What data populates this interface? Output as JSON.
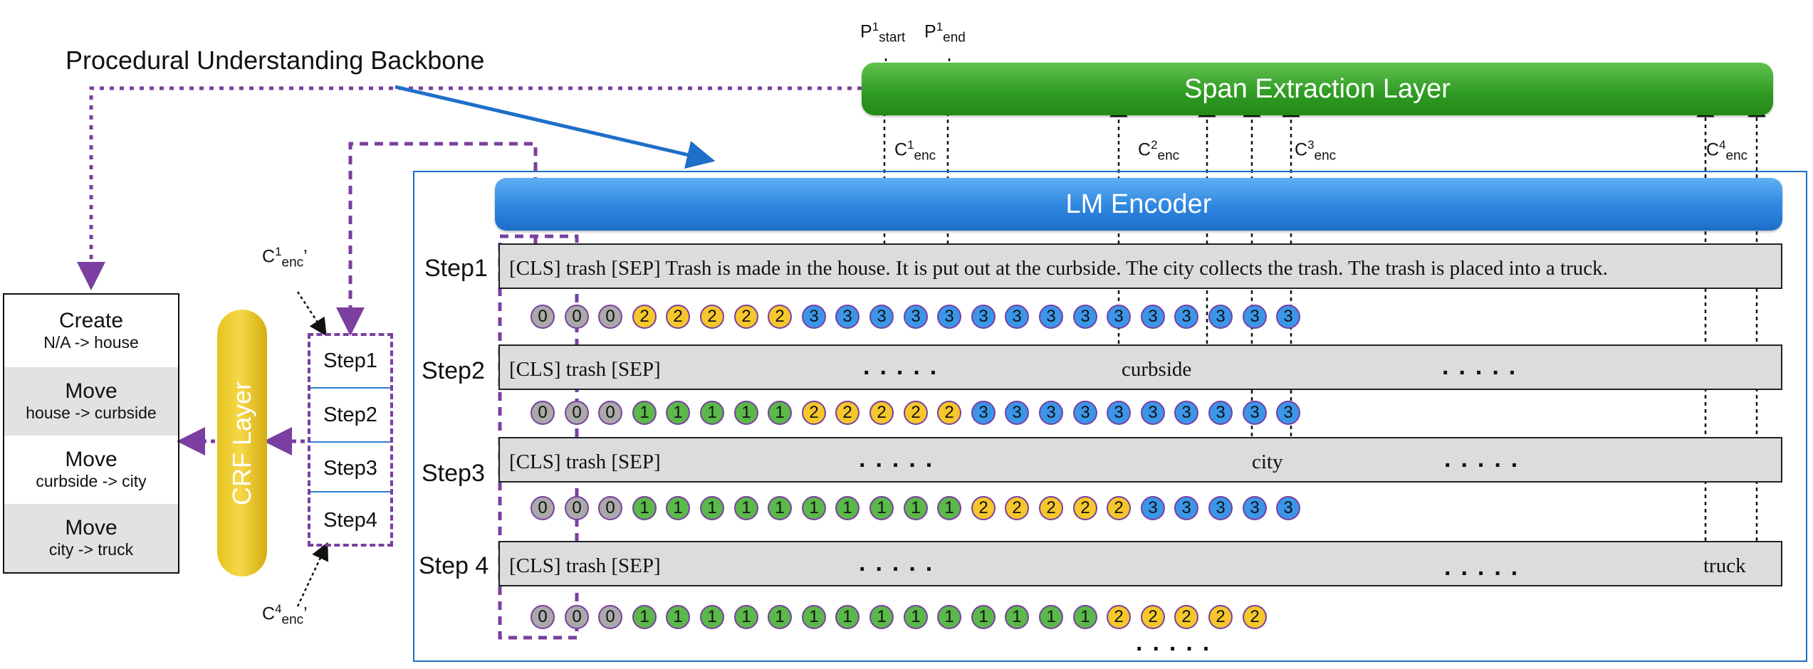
{
  "backbone_title": "Procedural Understanding Backbone",
  "span_layer": "Span Extraction Layer",
  "lm_encoder": "LM Encoder",
  "p_labels": {
    "p_start_base": "P",
    "p_start_sup": "1",
    "p_start_sub": "start",
    "p_end_base": "P",
    "p_end_sup": "1",
    "p_end_sub": "end"
  },
  "enc_labels": [
    {
      "base": "C",
      "sup": "1",
      "sub": "enc"
    },
    {
      "base": "C",
      "sup": "2",
      "sub": "enc"
    },
    {
      "base": "C",
      "sup": "3",
      "sub": "enc"
    },
    {
      "base": "C",
      "sup": "4",
      "sub": "enc"
    }
  ],
  "side_enc_labels": [
    {
      "base": "C",
      "sup": "1",
      "sub": "enc",
      "tail": "’"
    },
    {
      "base": "C",
      "sup": "4",
      "sub": "enc",
      "tail": "’"
    }
  ],
  "steps": [
    {
      "label": "Step1",
      "cls": "[CLS] trash [SEP] Trash is made in the house. It is put out at the curbside. The city collects the trash. The trash is placed into a truck.",
      "mid": "",
      "right": "",
      "dots": ""
    },
    {
      "label": "Step2",
      "cls": "[CLS] trash [SEP]",
      "mid": "curbside",
      "right": "",
      "dots": "....."
    },
    {
      "label": "Step3",
      "cls": "[CLS] trash [SEP]",
      "mid": "city",
      "right": "",
      "dots": "....."
    },
    {
      "label": "Step 4",
      "cls": "[CLS] trash [SEP]",
      "mid": "",
      "right": "truck",
      "dots": "....."
    }
  ],
  "token_rows": [
    [
      0,
      0,
      0,
      2,
      2,
      2,
      2,
      2,
      3,
      3,
      3,
      3,
      3,
      3,
      3,
      3,
      3,
      3,
      3,
      3,
      3,
      3,
      3
    ],
    [
      0,
      0,
      0,
      1,
      1,
      1,
      1,
      1,
      2,
      2,
      2,
      2,
      2,
      3,
      3,
      3,
      3,
      3,
      3,
      3,
      3,
      3,
      3
    ],
    [
      0,
      0,
      0,
      1,
      1,
      1,
      1,
      1,
      1,
      1,
      1,
      1,
      1,
      2,
      2,
      2,
      2,
      2,
      3,
      3,
      3,
      3,
      3
    ],
    [
      0,
      0,
      0,
      1,
      1,
      1,
      1,
      1,
      1,
      1,
      1,
      1,
      1,
      1,
      1,
      1,
      1,
      2,
      2,
      2,
      2,
      2
    ]
  ],
  "bottom_dots": ".....",
  "crf_label": "CRF Layer",
  "step_stack": [
    "Step1",
    "Step2",
    "Step3",
    "Step4"
  ],
  "outputs": [
    {
      "action": "Create",
      "detail": "N/A -> house"
    },
    {
      "action": "Move",
      "detail": "house -> curbside"
    },
    {
      "action": "Move",
      "detail": "curbside -> city"
    },
    {
      "action": "Move",
      "detail": "city -> truck"
    }
  ],
  "colors": {
    "purple": "#7a3fa0",
    "blue": "#1e6fc8",
    "green": "#2e9a22",
    "yellow": "#f5c72a",
    "gray_token": "#a9a9a9",
    "green_token": "#5bb84a",
    "blue_token": "#3b96e8"
  }
}
